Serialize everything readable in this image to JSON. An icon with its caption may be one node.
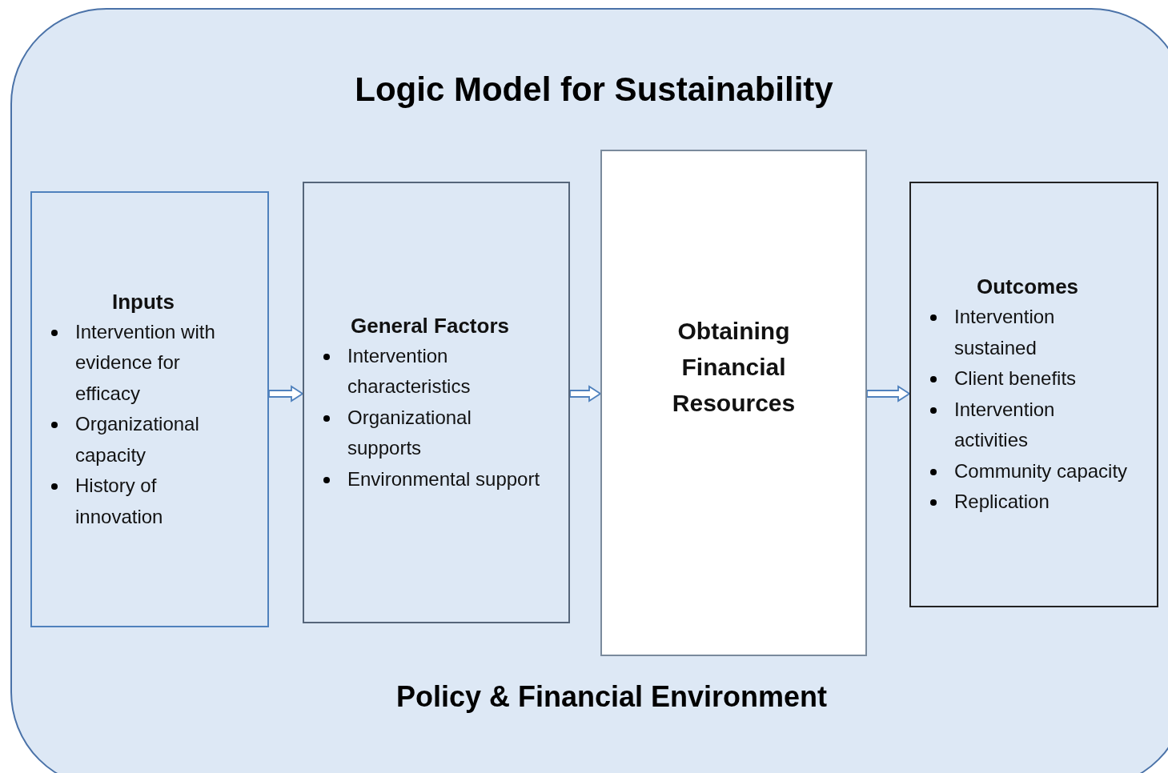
{
  "diagram": {
    "nodes": [
      {
        "text": [
          "Logic Model for Sustainability",
          "Policy & Financial Environment"
        ]
      },
      {
        "text": [
          "Inputs",
          "Intervention with evidence for efficacy",
          "Organizational capacity",
          "History of innovation"
        ],
        "in": 0
      },
      {
        "text": [
          "General Factors",
          "Intervention characteristics",
          "Organizational supports",
          "Environmental support"
        ],
        "in": 0
      },
      {
        "text": [
          "Obtaining Financial Resources"
        ],
        "in": 0
      },
      {
        "text": [
          "Outcomes",
          "Intervention sustained",
          "Client benefits",
          "Intervention activities",
          "Community capacity",
          "Replication"
        ],
        "in": 0
      }
    ],
    "edges": [
      {
        "from": 1,
        "to": 2,
        "arrow": "to"
      },
      {
        "from": 2,
        "to": 3,
        "arrow": "to"
      },
      {
        "from": 3,
        "to": 4,
        "arrow": "to"
      }
    ]
  }
}
